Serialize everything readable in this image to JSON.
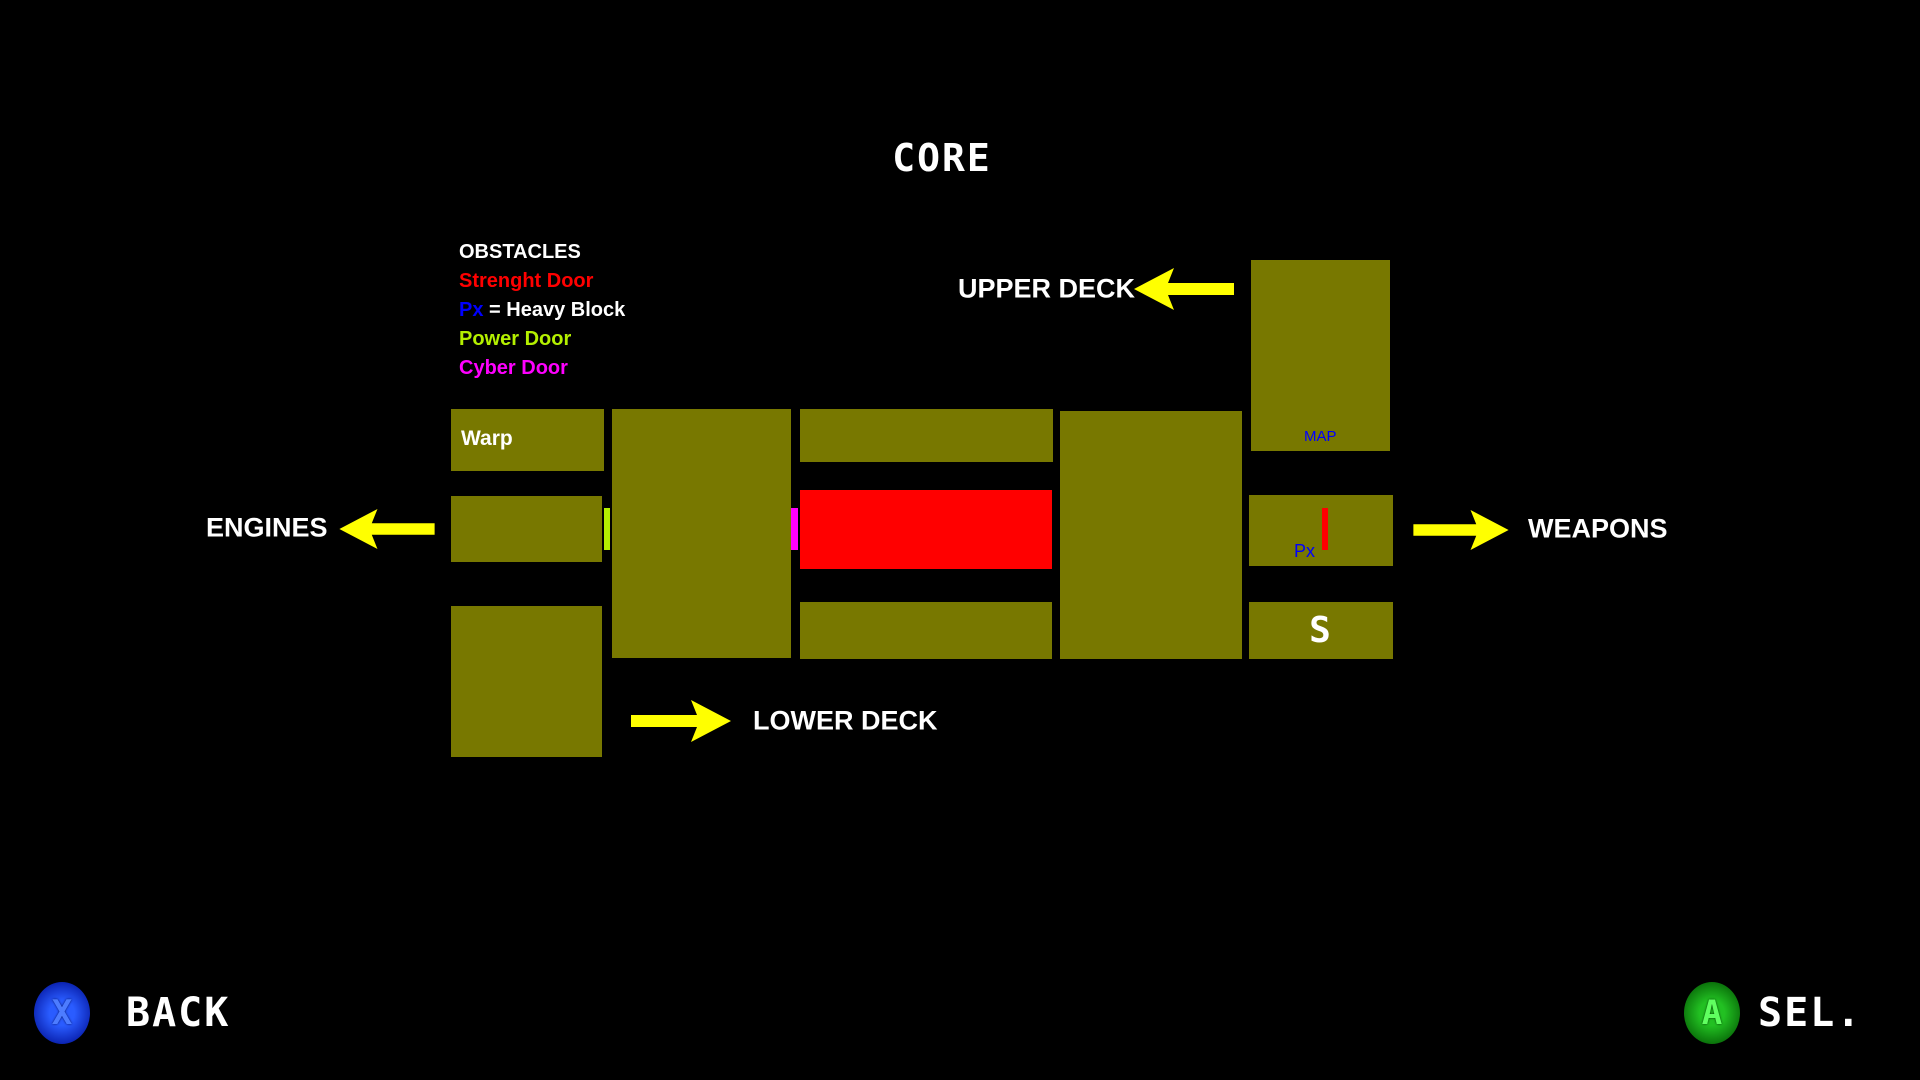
{
  "title": "CORE",
  "legend": {
    "heading": "OBSTACLES",
    "strength_door": "Strenght Door",
    "heavy_block_symbol": "Px",
    "heavy_block_label": "= Heavy Block",
    "power_door": "Power Door",
    "cyber_door": "Cyber Door"
  },
  "exits": {
    "upper_deck": "UPPER DECK",
    "lower_deck": "LOWER DECK",
    "engines": "ENGINES",
    "weapons": "WEAPONS"
  },
  "rooms": {
    "warp": "Warp",
    "map": "MAP",
    "heavy_block": "Px",
    "save": "S"
  },
  "controls": {
    "back_button_glyph": "X",
    "back_label": "BACK",
    "select_button_glyph": "A",
    "select_label": "SEL."
  },
  "colors": {
    "room": "#787800",
    "strength_door": "#ff0000",
    "heavy_block": "#0000ff",
    "power_door": "#b4f000",
    "cyber_door": "#ff00ff",
    "arrow": "#ffff00"
  }
}
